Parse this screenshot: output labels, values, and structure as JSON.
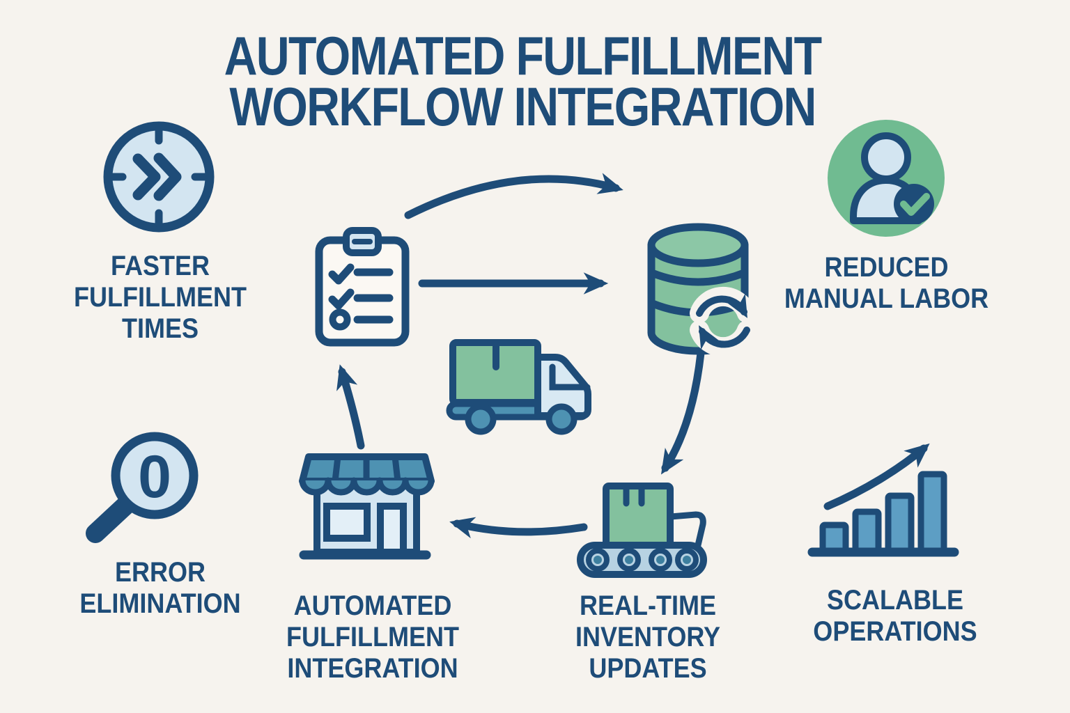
{
  "title": {
    "lines": [
      "AUTOMATED FULFILLMENT",
      "WORKFLOW INTEGRATION"
    ]
  },
  "labels": {
    "faster": [
      "FASTER",
      "FULFILLMENT",
      "TIMES"
    ],
    "reduced": [
      "REDUCED",
      "MANUAL LABOR"
    ],
    "error": [
      "ERROR",
      "ELIMINATION"
    ],
    "automated": [
      "AUTOMATED",
      "FULFILLMENT",
      "INTEGRATION"
    ],
    "realtime": [
      "REAL-TIME",
      "INVENTORY",
      "UPDATES"
    ],
    "scalable": [
      "SCALABLE",
      "OPERATIONS"
    ]
  },
  "magnifier": {
    "value": "0"
  },
  "workflow": {
    "nodes": [
      "clipboard-checklist",
      "database-sync",
      "delivery-truck",
      "storefront",
      "conveyor-belt"
    ],
    "arrows": [
      "clipboard-to-database-arc",
      "clipboard-to-database-straight",
      "database-to-conveyor",
      "conveyor-to-storefront",
      "storefront-to-clipboard"
    ]
  },
  "benefit_icons": [
    "clock-fast-forward",
    "person-check",
    "magnifier-zero",
    "growth-chart"
  ],
  "colors": {
    "background": "#f6f3ee",
    "navy": "#1e4c78",
    "light_blue": "#d3e5f1",
    "green": "#83c19e",
    "green_circle": "#70bb91",
    "teal": "#4e92b2",
    "bar_blue": "#5d9ec4",
    "belt_blue": "#b7d2e2"
  }
}
